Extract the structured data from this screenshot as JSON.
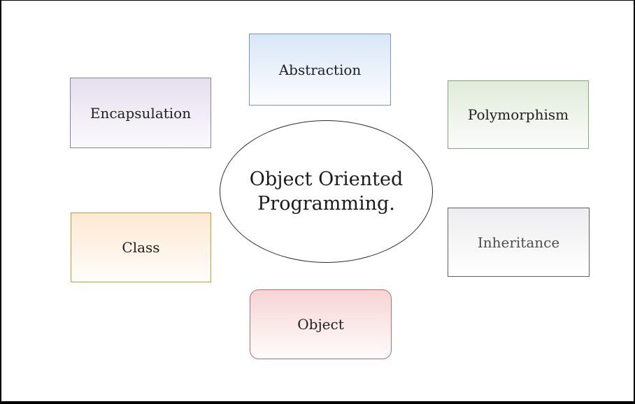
{
  "canvas": {
    "background": "#ffffff",
    "frame_color": "#000000"
  },
  "diagram": {
    "center_ellipse": {
      "label": "Object Oriented Programming.",
      "text_lines": [
        "Object Oriented",
        "Programming."
      ],
      "fill": "#ffffff",
      "border_color": "#2d2d2d",
      "text_color": "#1a1a1a"
    },
    "nodes": [
      {
        "id": "abstraction",
        "label": "Abstraction",
        "shape": "rectangle",
        "position": "top-center",
        "fill_top": "#d9e6f6",
        "fill_bottom": "#fcfdff",
        "border_color": "#7796c3",
        "text_color": "#1f1f1f"
      },
      {
        "id": "encapsulation",
        "label": "Encapsulation",
        "shape": "rectangle",
        "position": "upper-left",
        "fill_top": "#e6deee",
        "fill_bottom": "#fbfafd",
        "border_color": "#8d7ea3",
        "text_color": "#1f1f1f"
      },
      {
        "id": "polymorphism",
        "label": "Polymorphism",
        "shape": "rectangle",
        "position": "upper-right",
        "fill_top": "#e0ebda",
        "fill_bottom": "#fbfcfa",
        "border_color": "#83a77b",
        "text_color": "#1f1f1f"
      },
      {
        "id": "class",
        "label": "Class",
        "shape": "rectangle",
        "position": "lower-left",
        "fill_top": "#fde9d3",
        "fill_bottom": "#fffdfb",
        "border_color": "#c79b30",
        "text_color": "#1f1f1f"
      },
      {
        "id": "inheritance",
        "label": "Inheritance",
        "shape": "rectangle",
        "position": "lower-right",
        "fill_top": "#ededef",
        "fill_bottom": "#ffffff",
        "border_color": "#5f5f5f",
        "text_color": "#4c4c4c"
      },
      {
        "id": "object",
        "label": "Object",
        "shape": "rounded-rectangle",
        "position": "bottom-center",
        "fill_top": "#f6d4d4",
        "fill_bottom": "#fffcfc",
        "border_color": "#c66a70",
        "text_color": "#1f1f1f"
      }
    ]
  }
}
